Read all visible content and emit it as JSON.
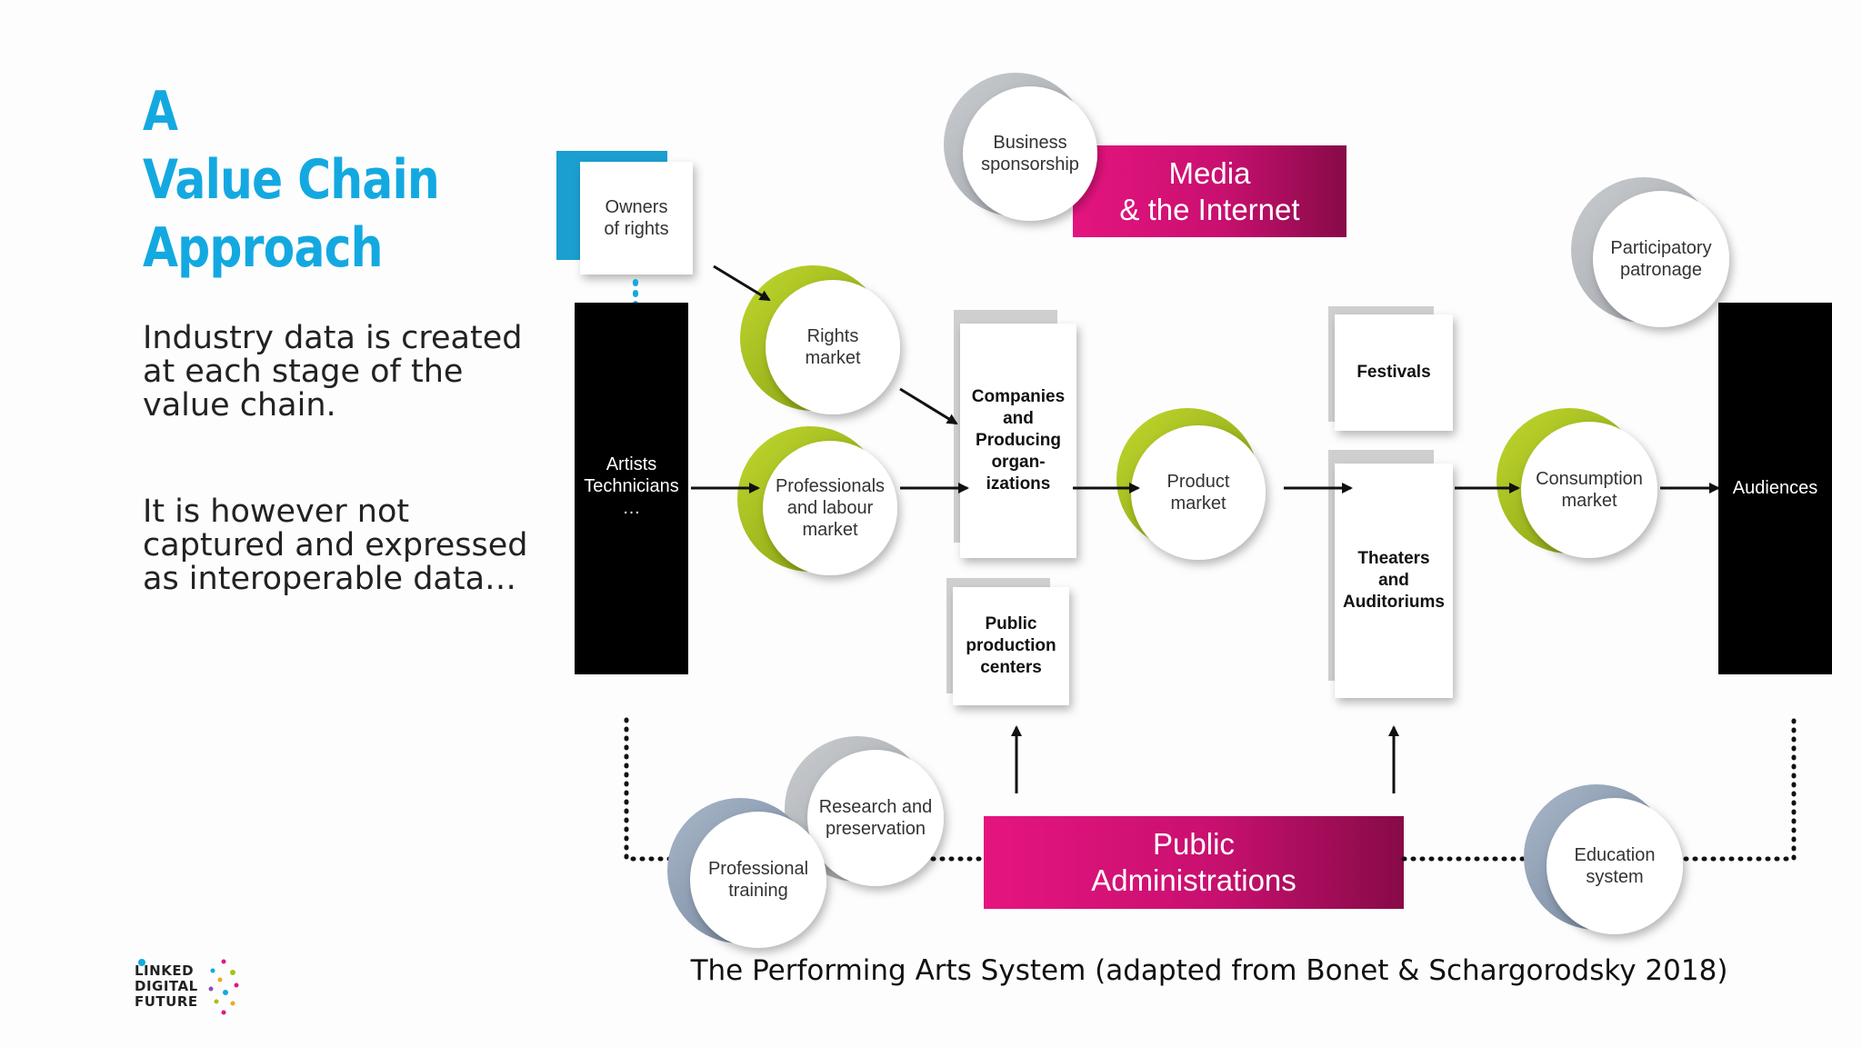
{
  "title": {
    "lines": [
      "A",
      "Value Chain",
      "Approach"
    ]
  },
  "paragraph1": {
    "lines": [
      "Industry data is created",
      "at each stage of the",
      "value chain."
    ]
  },
  "paragraph2": {
    "lines": [
      "It is however not",
      "captured and expressed",
      "as interoperable data…"
    ]
  },
  "diagram": {
    "owners_of_rights": "Owners\nof rights",
    "artists_technicians": "Artists\nTechnicians\n…",
    "business_sponsorship": "Business\nsponsorship",
    "media_internet": "Media\n& the Internet",
    "rights_market": "Rights\nmarket",
    "professionals_labour_market": "Professionals\nand labour\nmarket",
    "companies": "Companies\nand\nProducing\norgan-\nizations",
    "public_production_centers": "Public\nproduction\ncenters",
    "product_market": "Product\nmarket",
    "festivals": "Festivals",
    "theaters": "Theaters\nand\nAuditoriums",
    "consumption_market": "Consumption\nmarket",
    "participatory_patronage": "Participatory\npatronage",
    "audiences": "Audiences",
    "public_administrations": "Public\nAdministrations",
    "research_preservation": "Research and\npreservation",
    "professional_training": "Professional\ntraining",
    "education_system": "Education\nsystem"
  },
  "caption": "The Performing Arts System (adapted from Bonet & Schargorodsky 2018)",
  "logo": {
    "lines": [
      "LINKED",
      "DIGITAL",
      "FUTURE"
    ]
  },
  "colors": {
    "title": "#13a9e0",
    "magenta": "#e5147f",
    "dark_magenta": "#8a0a49",
    "lime": "#a6c21c",
    "slate": "#8395ad",
    "black": "#000000"
  }
}
